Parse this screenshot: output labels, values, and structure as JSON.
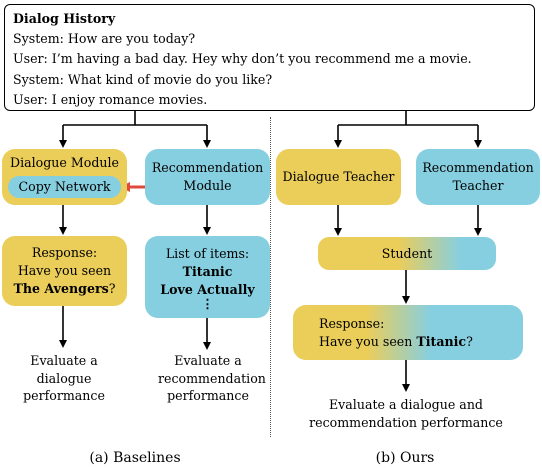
{
  "dialog_history": {
    "title": "Dialog History",
    "lines": [
      "System: How are you today?",
      "User: I’m having a bad day. Hey why don’t you recommend me a movie.",
      "System: What kind of movie do you like?",
      "User: I enjoy romance movies."
    ]
  },
  "baselines": {
    "dialogue_module": "Dialogue Module",
    "copy_network": "Copy Network",
    "recommendation_module": [
      "Recommendation",
      "Module"
    ],
    "response": {
      "line1": "Response:",
      "line2": "Have you seen",
      "movie": "The Avengers",
      "suffix": "?"
    },
    "items": {
      "header": "List of items:",
      "item1": "Titanic",
      "item2": "Love Actually",
      "ellipsis": "⋮"
    },
    "eval_dialogue": [
      "Evaluate a",
      "dialogue",
      "performance"
    ],
    "eval_recommendation": [
      "Evaluate a",
      "recommendation",
      "performance"
    ],
    "caption": "(a) Baselines"
  },
  "ours": {
    "dialogue_teacher": "Dialogue Teacher",
    "recommendation_teacher": [
      "Recommendation",
      "Teacher"
    ],
    "student": "Student",
    "response": {
      "line1": "Response:",
      "line2": "Have you seen ",
      "movie": "Titanic",
      "suffix": "?"
    },
    "eval": [
      "Evaluate a dialogue and",
      "recommendation performance"
    ],
    "caption": "(b) Ours"
  },
  "colors": {
    "yellow": "#ebcd5a",
    "blue": "#86cfe0",
    "copy_arrow": "#e04a3c"
  }
}
